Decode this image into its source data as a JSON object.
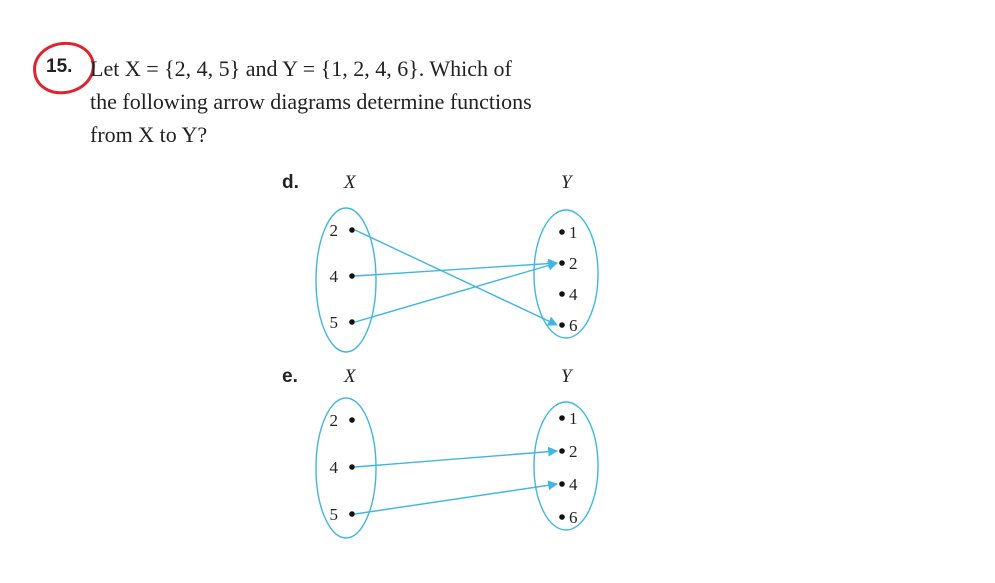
{
  "question": {
    "number": "15.",
    "lines": [
      "Let X = {2, 4, 5} and Y = {1, 2, 4, 6}. Which of",
      "the following arrow diagrams determine functions",
      "from X to Y?"
    ]
  },
  "diagrams": [
    {
      "letter": "d.",
      "x_label": "X",
      "y_label": "Y",
      "x_elements": [
        "2",
        "4",
        "5"
      ],
      "y_elements": [
        "1",
        "2",
        "4",
        "6"
      ],
      "arrows": [
        [
          "2",
          "6"
        ],
        [
          "4",
          "2"
        ],
        [
          "5",
          "2"
        ]
      ]
    },
    {
      "letter": "e.",
      "x_label": "X",
      "y_label": "Y",
      "x_elements": [
        "2",
        "4",
        "5"
      ],
      "y_elements": [
        "1",
        "2",
        "4",
        "6"
      ],
      "arrows": [
        [
          "4",
          "2"
        ],
        [
          "5",
          "4"
        ]
      ]
    }
  ],
  "colors": {
    "arrow": "#3fb6e3",
    "ellipse": "#3fb6e3",
    "circle_mark": "#e0232e"
  }
}
